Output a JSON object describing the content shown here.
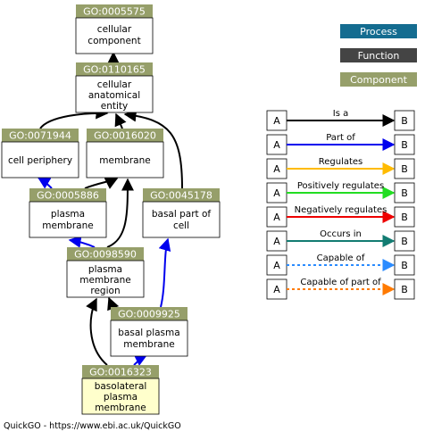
{
  "footer": "QuickGO - https://www.ebi.ac.uk/QuickGO",
  "badges": {
    "process": "Process",
    "function": "Function",
    "component": "Component"
  },
  "colors": {
    "id_bar": "#969f6a",
    "process": "#146c90",
    "function": "#444444",
    "component": "#969f6a",
    "highlight": "#ffffcc",
    "is_a": "#000000",
    "part_of": "#0000ee",
    "regulates": "#ffbb00",
    "positively_regulates": "#22dd22",
    "negatively_regulates": "#ee0000",
    "occurs_in": "#127c72",
    "capable_of": "#2a8bff",
    "capable_of_part_of": "#ff7a00"
  },
  "nodes": {
    "n5575": {
      "id": "GO:0005575",
      "lines": [
        "cellular",
        "component"
      ]
    },
    "n110165": {
      "id": "GO:0110165",
      "lines": [
        "cellular",
        "anatomical",
        "entity"
      ]
    },
    "n71944": {
      "id": "GO:0071944",
      "lines": [
        "cell periphery"
      ]
    },
    "n16020": {
      "id": "GO:0016020",
      "lines": [
        "membrane"
      ]
    },
    "n5886": {
      "id": "GO:0005886",
      "lines": [
        "plasma",
        "membrane"
      ]
    },
    "n45178": {
      "id": "GO:0045178",
      "lines": [
        "basal part of",
        "cell"
      ]
    },
    "n98590": {
      "id": "GO:0098590",
      "lines": [
        "plasma",
        "membrane",
        "region"
      ]
    },
    "n9925": {
      "id": "GO:0009925",
      "lines": [
        "basal plasma",
        "membrane"
      ]
    },
    "n16323": {
      "id": "GO:0016323",
      "lines": [
        "basolateral",
        "plasma",
        "membrane"
      ]
    }
  },
  "legend": {
    "a": "A",
    "b": "B",
    "items": [
      {
        "label": "Is a",
        "color": "#000000",
        "dashed": false
      },
      {
        "label": "Part of",
        "color": "#0000ee",
        "dashed": false
      },
      {
        "label": "Regulates",
        "color": "#ffbb00",
        "dashed": false
      },
      {
        "label": "Positively regulates",
        "color": "#22dd22",
        "dashed": false
      },
      {
        "label": "Negatively regulates",
        "color": "#ee0000",
        "dashed": false
      },
      {
        "label": "Occurs in",
        "color": "#127c72",
        "dashed": false
      },
      {
        "label": "Capable of",
        "color": "#2a8bff",
        "dashed": true
      },
      {
        "label": "Capable of part of",
        "color": "#ff7a00",
        "dashed": true
      }
    ]
  }
}
